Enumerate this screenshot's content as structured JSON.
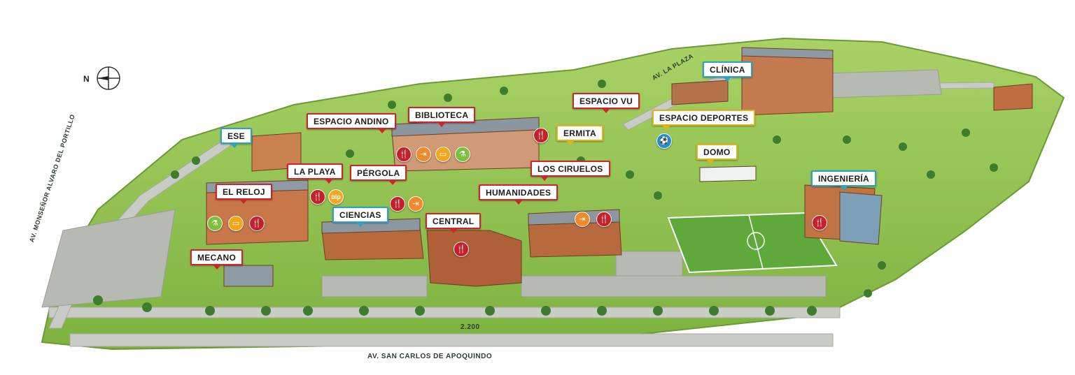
{
  "compass": {
    "letter": "N"
  },
  "roads": {
    "main": "AV. SAN CARLOS DE APOQUINDO",
    "west": "AV. MONSEÑOR ALVARO DEL PORTILLO",
    "plaza": "AV. LA PLAZA",
    "number": "2.200"
  },
  "labels": {
    "ese": "ESE",
    "espacio_andino": "ESPACIO ANDINO",
    "biblioteca": "BIBLIOTECA",
    "la_playa": "LA PLAYA",
    "pergola": "PÉRGOLA",
    "el_reloj": "EL RELOJ",
    "ciencias": "CIENCIAS",
    "central": "CENTRAL",
    "humanidades": "HUMANIDADES",
    "los_ciruelos": "LOS CIRUELOS",
    "ermita": "ERMITA",
    "espacio_vu": "ESPACIO VU",
    "clinica": "CLÍNICA",
    "espacio_deportes": "ESPACIO DEPORTES",
    "domo": "DOMO",
    "ingenieria": "INGENIERÍA",
    "mecano": "MECANO"
  },
  "icons": {
    "bip_text": "bip",
    "food": "restaurant-icon",
    "exit": "exit-icon",
    "book": "book-icon",
    "lab": "lab-flask-icon",
    "ball": "soccer-ball-icon"
  },
  "colors": {
    "label_red": "#d0232b",
    "label_blue": "#2aa3c6",
    "label_yellow": "#e2b318",
    "grass": "#8cc44a",
    "road": "#c9cbc6"
  }
}
